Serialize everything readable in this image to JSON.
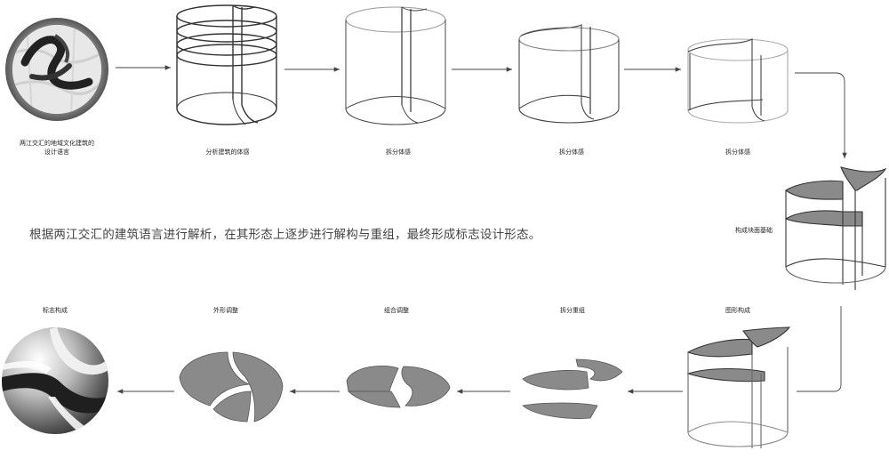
{
  "labels": {
    "s1": "两江交汇的地域文化建筑的设计语言",
    "s2": "分析建筑的体感",
    "s3": "拆分体感",
    "s4": "拆分体感",
    "s5": "拆分体感",
    "s6": "构成块面基础",
    "s7": "图形构成",
    "s8": "拆分重组",
    "s9": "组合调整",
    "s10": "外形调整",
    "s11": "标志构成"
  },
  "description": "根据两江交汇的建筑语言进行解析，在其形态上逐步进行解构与重组，最终形成标志设计形态。",
  "colors": {
    "line": "#333333",
    "arrow": "#555555",
    "fill": "#8a8a8a",
    "photo_ring": "#6e6e6e"
  }
}
